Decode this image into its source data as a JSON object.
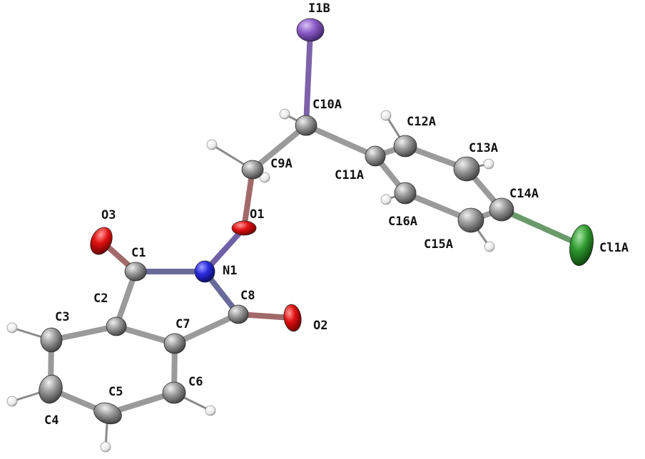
{
  "diagram": {
    "atoms": [
      {
        "id": "I1B",
        "element": "I",
        "label": "I1B"
      },
      {
        "id": "C10A",
        "element": "C",
        "label": "C10A"
      },
      {
        "id": "C9A",
        "element": "C",
        "label": "C9A"
      },
      {
        "id": "O1",
        "element": "O",
        "label": "O1"
      },
      {
        "id": "N1",
        "element": "N",
        "label": "N1"
      },
      {
        "id": "C1",
        "element": "C",
        "label": "C1"
      },
      {
        "id": "O3",
        "element": "O",
        "label": "O3"
      },
      {
        "id": "C8",
        "element": "C",
        "label": "C8"
      },
      {
        "id": "O2",
        "element": "O",
        "label": "O2"
      },
      {
        "id": "C2",
        "element": "C",
        "label": "C2"
      },
      {
        "id": "C7",
        "element": "C",
        "label": "C7"
      },
      {
        "id": "C3",
        "element": "C",
        "label": "C3"
      },
      {
        "id": "C4",
        "element": "C",
        "label": "C4"
      },
      {
        "id": "C5",
        "element": "C",
        "label": "C5"
      },
      {
        "id": "C6",
        "element": "C",
        "label": "C6"
      },
      {
        "id": "C11A",
        "element": "C",
        "label": "C11A"
      },
      {
        "id": "C12A",
        "element": "C",
        "label": "C12A"
      },
      {
        "id": "C13A",
        "element": "C",
        "label": "C13A"
      },
      {
        "id": "C14A",
        "element": "C",
        "label": "C14A"
      },
      {
        "id": "C15A",
        "element": "C",
        "label": "C15A"
      },
      {
        "id": "C16A",
        "element": "C",
        "label": "C16A"
      },
      {
        "id": "Cl1A",
        "element": "Cl",
        "label": "Cl1A"
      }
    ],
    "bonds": [
      [
        "I1B",
        "C10A"
      ],
      [
        "C10A",
        "C9A"
      ],
      [
        "C10A",
        "C11A"
      ],
      [
        "C9A",
        "O1"
      ],
      [
        "O1",
        "N1"
      ],
      [
        "N1",
        "C1"
      ],
      [
        "N1",
        "C8"
      ],
      [
        "C1",
        "O3"
      ],
      [
        "C1",
        "C2"
      ],
      [
        "C8",
        "O2"
      ],
      [
        "C8",
        "C7"
      ],
      [
        "C2",
        "C7"
      ],
      [
        "C2",
        "C3"
      ],
      [
        "C3",
        "C4"
      ],
      [
        "C4",
        "C5"
      ],
      [
        "C5",
        "C6"
      ],
      [
        "C6",
        "C7"
      ],
      [
        "C11A",
        "C12A"
      ],
      [
        "C12A",
        "C13A"
      ],
      [
        "C13A",
        "C14A"
      ],
      [
        "C14A",
        "C15A"
      ],
      [
        "C15A",
        "C16A"
      ],
      [
        "C16A",
        "C11A"
      ],
      [
        "C14A",
        "Cl1A"
      ]
    ],
    "hydrogen_count": 11,
    "element_colors": {
      "C": "#8c8c8c",
      "O": "#e01010",
      "N": "#2a2ae0",
      "I": "#8b5cc8",
      "Cl": "#2f9a2f",
      "H": "#f2f2f2"
    }
  }
}
